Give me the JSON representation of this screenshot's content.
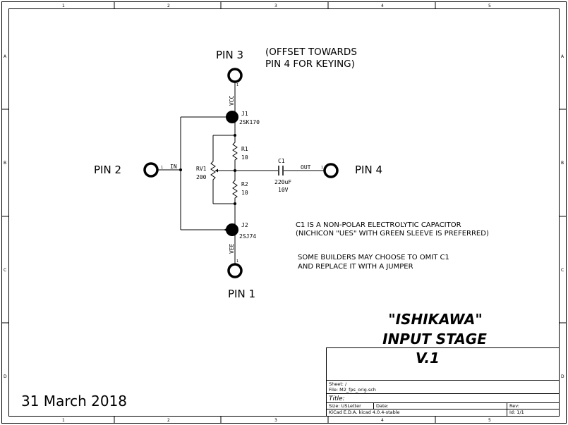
{
  "border": {
    "columns": [
      "1",
      "2",
      "3",
      "4",
      "5"
    ],
    "rows": [
      "A",
      "B",
      "C",
      "D"
    ]
  },
  "pins": {
    "pin1": "PIN 1",
    "pin2": "PIN 2",
    "pin3": "PIN 3",
    "pin4": "PIN 4"
  },
  "net_labels": {
    "vcc": "VCC",
    "vee": "VEE",
    "in": "IN",
    "out": "OUT"
  },
  "components": {
    "j1": {
      "ref": "J1",
      "value": "2SK170"
    },
    "j2": {
      "ref": "J2",
      "value": "2SJ74"
    },
    "r1": {
      "ref": "R1",
      "value": "10"
    },
    "r2": {
      "ref": "R2",
      "value": "10"
    },
    "rv1": {
      "ref": "RV1",
      "value": "200"
    },
    "c1": {
      "ref": "C1",
      "value": "220uF",
      "voltage": "10V"
    }
  },
  "notes": {
    "offset": [
      "(OFFSET TOWARDS",
      "PIN 4 FOR KEYING)"
    ],
    "capacitor": [
      "C1 IS A NON-POLAR ELECTROLYTIC CAPACITOR",
      "(NICHICON \"UES\" WITH GREEN SLEEVE IS PREFERRED)"
    ],
    "jumper": [
      "SOME BUILDERS MAY CHOOSE TO OMIT C1",
      "AND REPLACE IT WITH A JUMPER"
    ]
  },
  "heading": {
    "line1": "\"ISHIKAWA\"",
    "line2": "INPUT STAGE",
    "line3": "V.1"
  },
  "date": "31 March 2018",
  "title_block": {
    "sheet": "Sheet: /",
    "file": "File: M2_fps_orig.sch",
    "title": "Title:",
    "size": "Size: USLetter",
    "date": "Date:",
    "rev": "Rev:",
    "kicad": "KiCad E.D.A.  kicad 4.0.4-stable",
    "id": "Id: 1/1"
  }
}
